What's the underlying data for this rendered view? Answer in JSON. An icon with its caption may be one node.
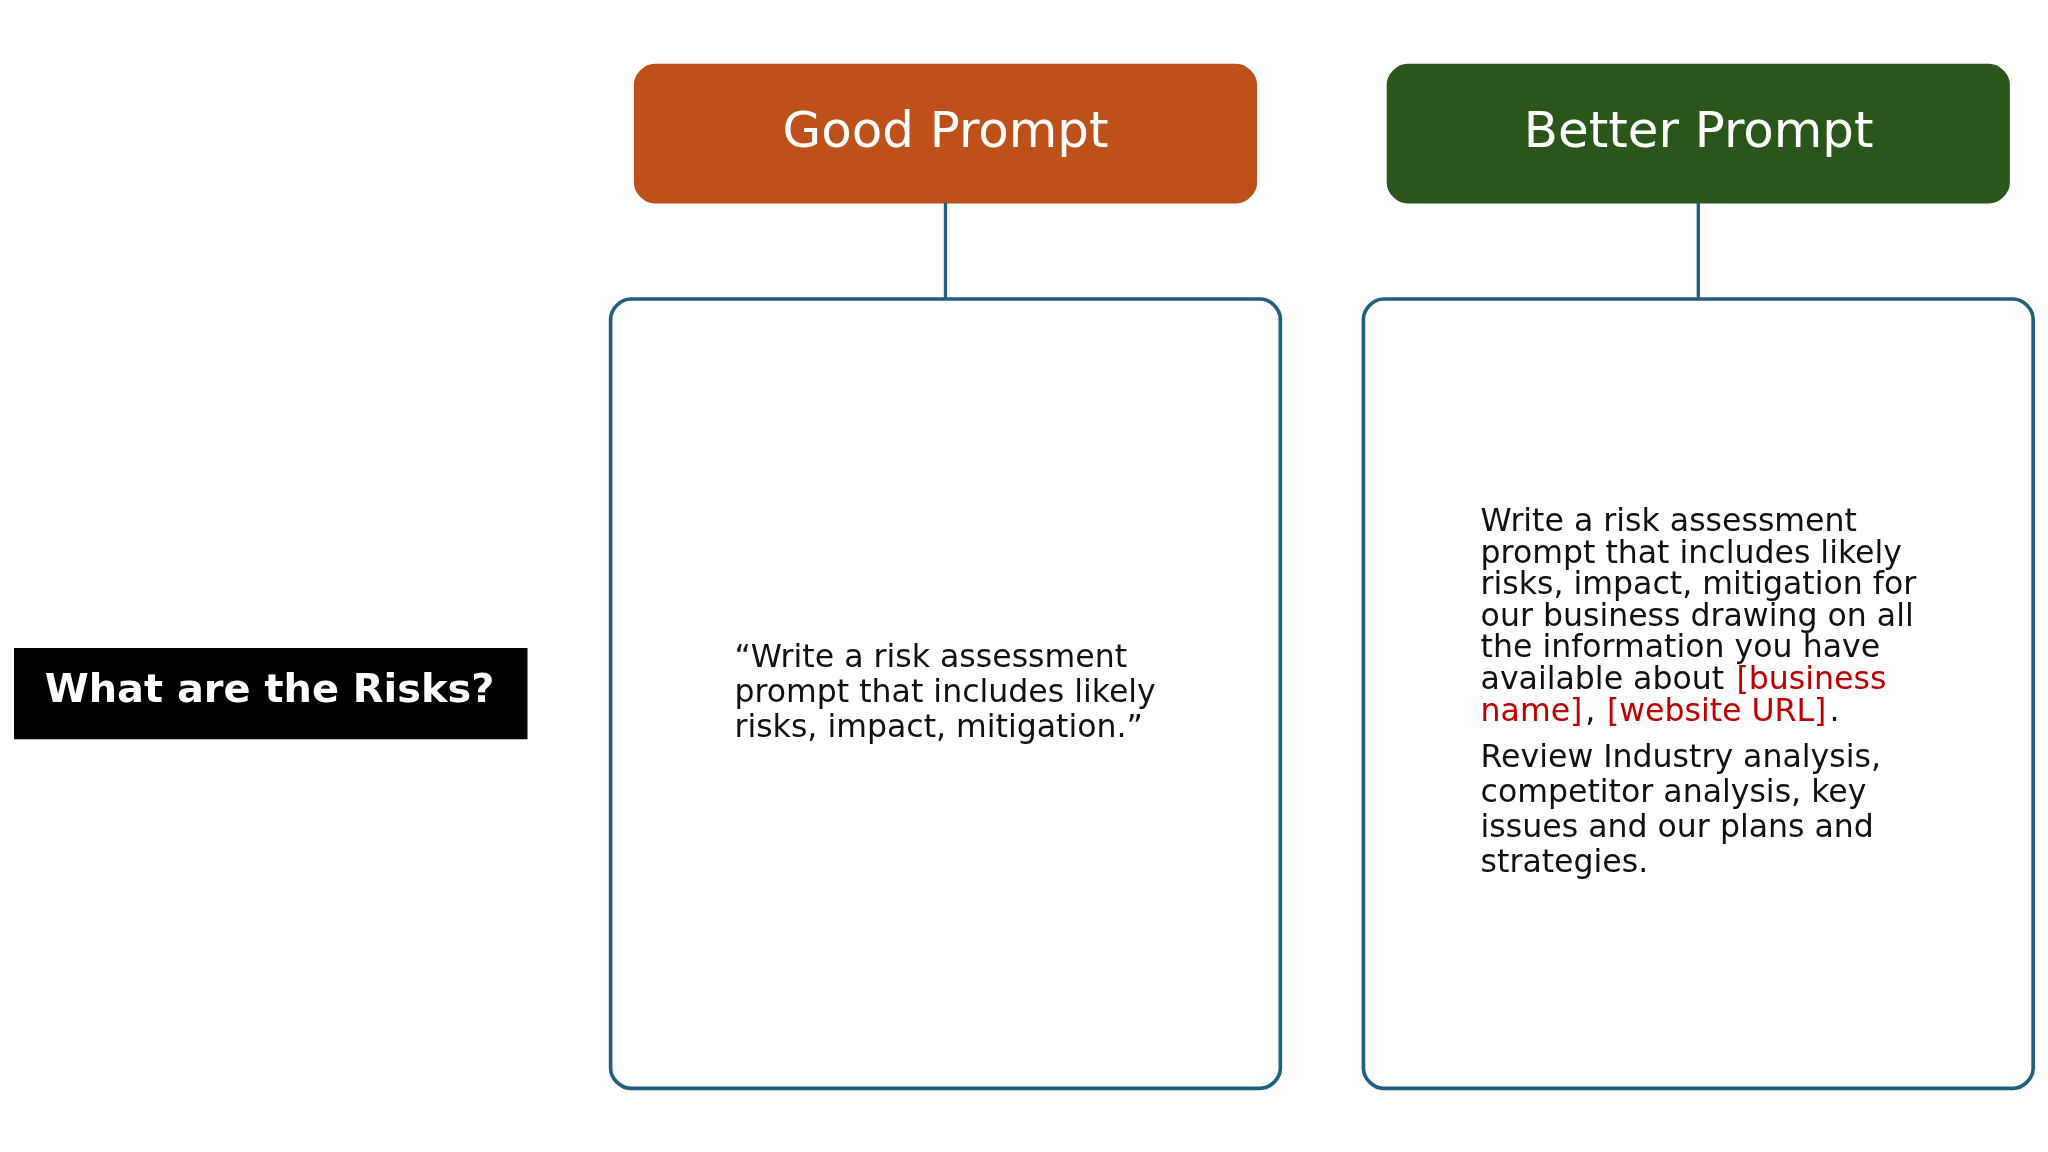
{
  "diagram": {
    "nodes": [
      {
        "text": [
          "Good Prompt"
        ]
      },
      {
        "text": [
          "Better Prompt"
        ]
      },
      {
        "text": [
          "What are the Risks?"
        ]
      },
      {
        "text": [
          "“Write a risk assessment prompt that includes likely risks, impact, mitigation.”"
        ]
      },
      {
        "text": [
          "Write a risk assessment prompt that includes likely risks, impact, mitigation for our business drawing on all the information you have available about [business name], [website URL].",
          "Review Industry analysis, competitor analysis, key issues and our plans and strategies."
        ]
      }
    ],
    "edges": [
      {
        "from": 0,
        "to": 3,
        "arrow": "none"
      },
      {
        "from": 1,
        "to": 4,
        "arrow": "none"
      }
    ]
  }
}
